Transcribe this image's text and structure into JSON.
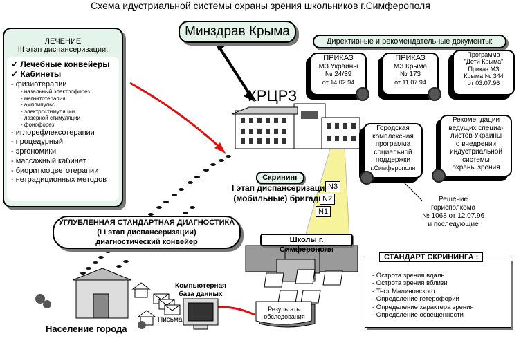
{
  "title": "Схема идустриальной системы охраны зрения школьников  г.Симферополя",
  "ministry": "Минздрав Крыма",
  "center": "КРЦРЗ",
  "treatment": {
    "heading1": "ЛЕЧЕНИЕ",
    "heading2": "III этап диспансеризации:",
    "checks": [
      "Лечебные конвейеры",
      "Кабинеты"
    ],
    "physio_title": "- физиотерапии",
    "physio_items": [
      "- назальный электрофорез",
      "- магнитотерапия",
      "- амплипульс",
      "- электростимуляции",
      "- лазерной стимуляции",
      "- фонофорез"
    ],
    "other_items": [
      "- иглорефлексотерапии",
      "- процедурный",
      "- эргономики",
      "- массажный кабинет",
      "- биоритмоцветотерапии",
      "- нетрадиционных методов"
    ]
  },
  "directives": {
    "heading": "Директивные  и  рекомендательные  документы:",
    "doc1": [
      "ПРИКАЗ",
      "МЗ Украины",
      "№ 24/39",
      "от 14.02.94"
    ],
    "doc2": [
      "ПРИКАЗ",
      "МЗ Крыма",
      "№ 173",
      "от 11.07.94"
    ],
    "doc3": [
      "Программа",
      "\"Дети Крыма\"",
      "Приказ  МЗ",
      "Крыма № 344",
      "от 03.07.96"
    ],
    "doc4": [
      "Городская",
      "комплексная",
      "программа",
      "социальной",
      "поддержки",
      "г.Симферополя"
    ],
    "doc5": [
      "Рекомендации",
      "ведущих специа-",
      "листов Украины",
      "о  внедрении",
      "индустриальной",
      "системы",
      "охраны зрения"
    ]
  },
  "decision": [
    "Решение",
    "горисполкома",
    "№ 1068 от 12.07.96",
    "и последующие"
  ],
  "screening": {
    "label": "Скрининг",
    "stage": "I этап диспансеризации",
    "brigades": "(мобильные) бригады:",
    "teams": [
      "N3",
      "N2",
      "N1"
    ]
  },
  "schools": "Школы г. Симферополя",
  "deep": {
    "line1": "УГЛУБЛЕННАЯ СТАНДАРТНАЯ ДИАГНОСТИКА",
    "line2": "(I I  этап диспансеризации)",
    "line3": "диагностический конвейер"
  },
  "standard": {
    "heading": "СТАНДАРТ СКРИНИНГА :",
    "items": [
      "- Острота зрения вдаль",
      "- Острота зрения вблизи",
      "- Тест Малиновского",
      "- Определение гетерофории",
      "- Определение характера  зрения",
      "- Определение освещенности"
    ]
  },
  "computer_db": [
    "Компьютерная",
    "база данных"
  ],
  "results": [
    "Результаты",
    "обследования"
  ],
  "letters": "Письма",
  "population": "Население города",
  "colors": {
    "panel_green": "#e5f4ea",
    "road_yellow": "#f7f39a",
    "arrow_red": "#e01010"
  }
}
